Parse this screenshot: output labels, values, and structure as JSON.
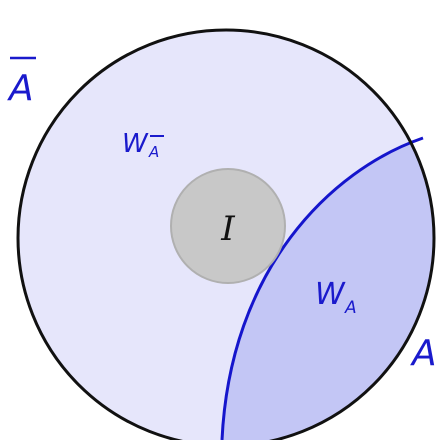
{
  "labels": {
    "a_bar": "A",
    "w_a_bar": "W",
    "w_a_bar_sub": "A",
    "i": "I",
    "w_a": "W",
    "w_a_sub": "A",
    "a": "A"
  },
  "colors": {
    "outer_fill": "#e6e6fb",
    "outer_stroke": "#111111",
    "region_a_fill": "#c3c6f5",
    "boundary_stroke": "#1515cc",
    "inner_fill": "#c8c8c8",
    "inner_stroke": "#b0b0b0",
    "blue_text": "#1a1acc",
    "black_text": "#111111"
  }
}
